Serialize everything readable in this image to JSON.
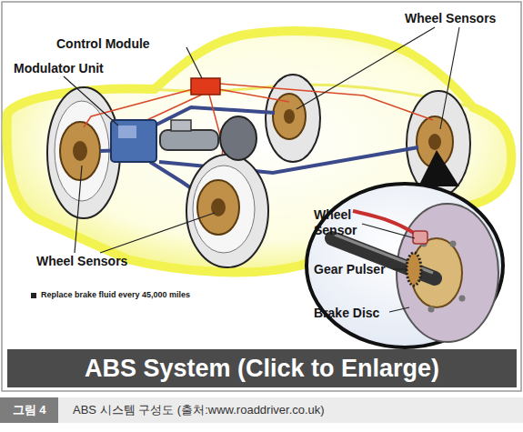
{
  "diagram": {
    "title": "ABS System (Click to Enlarge)",
    "caption": "ABS 시스템 구성도 (출처:www.roaddriver.co.uk)",
    "nodes": [
      {
        "text": [
          "그림 4"
        ]
      }
    ],
    "labels": [
      "Wheel Sensors",
      "Control Module",
      "Modulator Unit",
      "Wheel Sensor",
      "Wheel Sensors",
      "Gear Pulser",
      "Replace brake fluid every 45,000 miles",
      "Brake Disc"
    ]
  }
}
